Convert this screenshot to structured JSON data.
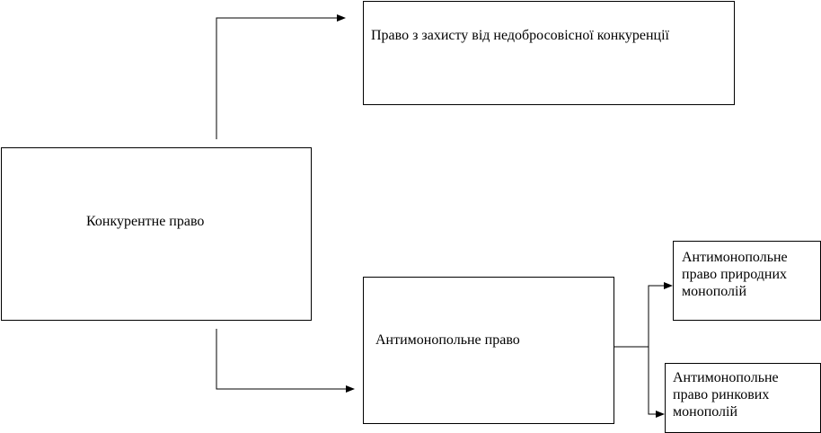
{
  "diagram": {
    "nodes": {
      "root": {
        "label": "Конкурентне право"
      },
      "unfair": {
        "label": "Право з захисту  від недобросовісної конкуренції"
      },
      "antimonopoly": {
        "label": "Антимонопольне право"
      },
      "natural": {
        "label": "Антимонопольне\nправо природних\nмонополій"
      },
      "market": {
        "label": "Антимонопольне\nправо ринкових\nмонополій"
      }
    },
    "edges": [
      {
        "from": "root",
        "to": "unfair"
      },
      {
        "from": "root",
        "to": "antimonopoly"
      },
      {
        "from": "antimonopoly",
        "to": "natural"
      },
      {
        "from": "antimonopoly",
        "to": "market"
      }
    ],
    "colors": {
      "line": "#000000",
      "background": "#ffffff"
    }
  }
}
